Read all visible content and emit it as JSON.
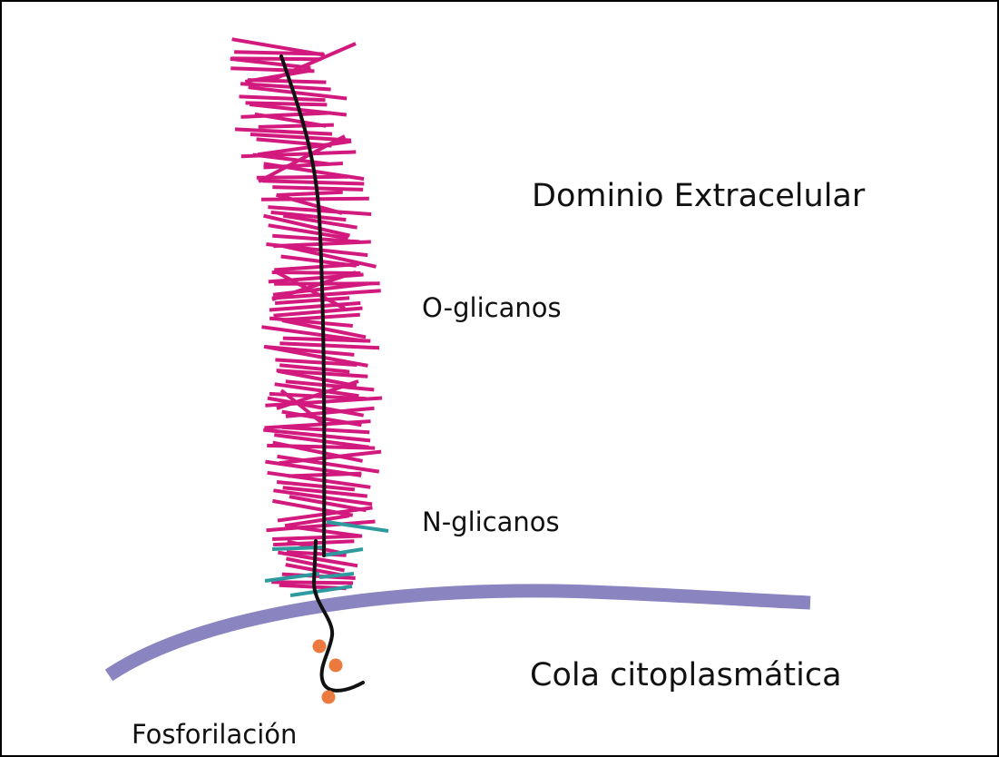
{
  "labels": {
    "extracellular": "Dominio Extracelular",
    "o_glycans": "O-glicanos",
    "n_glycans": "N-glicanos",
    "cytoplasmic_tail": "Cola citoplasmática",
    "phosphorylation": "Fosforilación"
  },
  "colors": {
    "o_glycan": "#d2197e",
    "n_glycan": "#2e9a9e",
    "membrane": "#8a84c0",
    "backbone": "#111111",
    "phospho": "#ec7a3f",
    "text": "#111111"
  }
}
